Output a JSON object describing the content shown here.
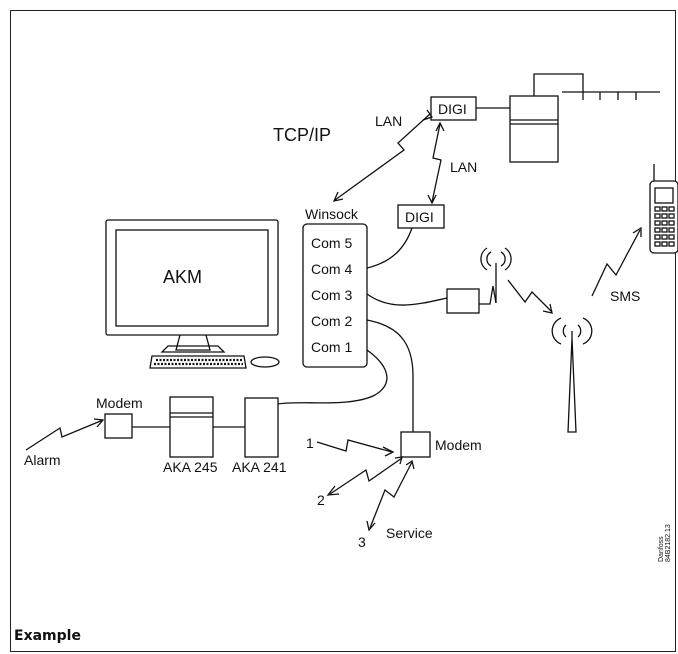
{
  "caption": "Example",
  "labels": {
    "tcpip": "TCP/IP",
    "lan_top": "LAN",
    "lan_right": "LAN",
    "digi_top": "DIGI",
    "digi_mid": "DIGI",
    "winsock": "Winsock",
    "akm": "AKM",
    "modem_left": "Modem",
    "modem_right": "Modem",
    "alarm": "Alarm",
    "aka245": "AKA 245",
    "aka241": "AKA 241",
    "sms": "SMS",
    "service": "Service",
    "num1": "1",
    "num2": "2",
    "num3": "3",
    "danfoss_line1": "Danfoss",
    "danfoss_line2": "84B2182.13"
  },
  "ports": [
    "Com 5",
    "Com 4",
    "Com 3",
    "Com 2",
    "Com 1"
  ],
  "icons": {
    "monitor": "computer-monitor-icon",
    "keyboard": "keyboard-icon",
    "mouse": "mouse-icon",
    "phone": "mobile-phone-icon",
    "antenna": "antenna-icon",
    "tower": "radio-tower-icon"
  }
}
